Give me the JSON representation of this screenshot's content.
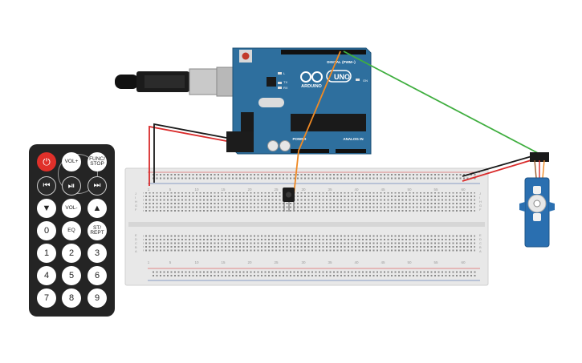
{
  "colors": {
    "arduino": "#2e6f9e",
    "breadboard": "#e8e8e8",
    "wire_red": "#d92b2b",
    "wire_black": "#1a1a1a",
    "wire_green": "#3fae3f",
    "wire_orange": "#f08a24",
    "servo": "#2a6fb0",
    "remote": "#242424",
    "power_button": "#e0302a"
  },
  "arduino": {
    "logo_text": "ARDUINO",
    "model": "UNO",
    "digital_label": "DIGITAL (PWM~)",
    "power_label": "POWER",
    "analog_label": "ANALOG IN",
    "on_label": "ON",
    "tx_label": "TX",
    "rx_label": "RX",
    "l_label": "L"
  },
  "breadboard": {
    "column_numbers": [
      "1",
      "5",
      "10",
      "15",
      "20",
      "25",
      "30",
      "35",
      "40",
      "45",
      "50",
      "55",
      "60"
    ],
    "row_letters_top": [
      "J",
      "I",
      "H",
      "G",
      "F"
    ],
    "row_letters_bottom": [
      "E",
      "D",
      "C",
      "B",
      "A"
    ]
  },
  "remote": {
    "buttons": [
      {
        "id": "power",
        "label": "⏻"
      },
      {
        "id": "vol_up",
        "label": "VOL+"
      },
      {
        "id": "func_stop",
        "label": "FUNC/ STOP"
      },
      {
        "id": "prev",
        "label": "⏮"
      },
      {
        "id": "play_pause",
        "label": "⏯"
      },
      {
        "id": "next",
        "label": "⏭"
      },
      {
        "id": "down",
        "label": "▼"
      },
      {
        "id": "vol_down",
        "label": "VOL-"
      },
      {
        "id": "up",
        "label": "▲"
      },
      {
        "id": "n0",
        "label": "0"
      },
      {
        "id": "eq",
        "label": "EQ"
      },
      {
        "id": "st_rept",
        "label": "ST/ REPT"
      },
      {
        "id": "n1",
        "label": "1"
      },
      {
        "id": "n2",
        "label": "2"
      },
      {
        "id": "n3",
        "label": "3"
      },
      {
        "id": "n4",
        "label": "4"
      },
      {
        "id": "n5",
        "label": "5"
      },
      {
        "id": "n6",
        "label": "6"
      },
      {
        "id": "n7",
        "label": "7"
      },
      {
        "id": "n8",
        "label": "8"
      },
      {
        "id": "n9",
        "label": "9"
      }
    ]
  }
}
